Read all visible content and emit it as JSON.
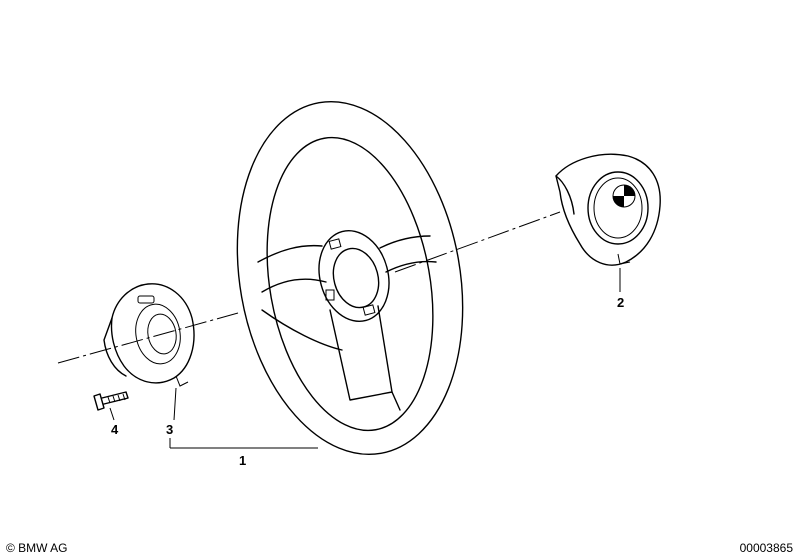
{
  "callouts": [
    {
      "label": "1"
    },
    {
      "label": "2"
    },
    {
      "label": "3"
    },
    {
      "label": "4"
    }
  ],
  "footer": {
    "copyright": "© BMW AG",
    "drawing_id": "00003865"
  }
}
